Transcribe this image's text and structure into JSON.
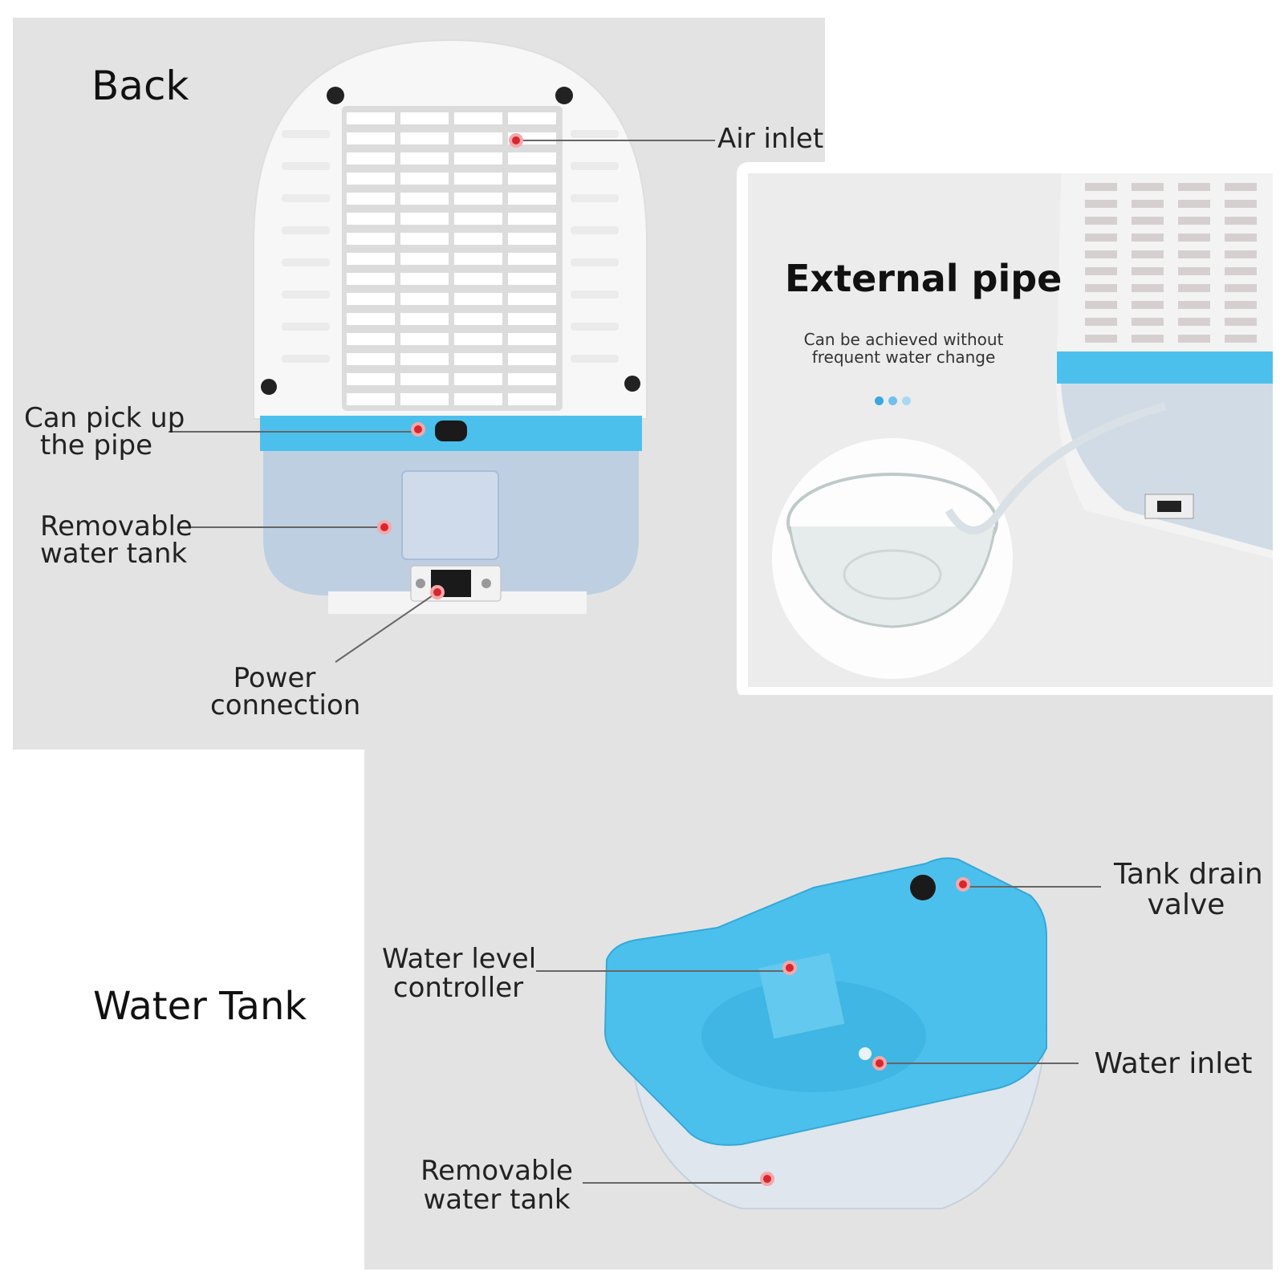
{
  "back_panel": {
    "title": "Back",
    "labels": {
      "air_inlet": "Air inlet",
      "pipe_line1": "Can pick up",
      "pipe_line2": "the pipe",
      "tank_line1": "Removable",
      "tank_line2": "water tank",
      "power_line1": "Power",
      "power_line2": "connection"
    }
  },
  "pipe_panel": {
    "title": "External pipe",
    "subtitle_line1": "Can be achieved without",
    "subtitle_line2": "frequent water change"
  },
  "tank_panel": {
    "title": "Water Tank",
    "labels": {
      "drain_line1": "Tank drain",
      "drain_line2": "valve",
      "level_line1": "Water level",
      "level_line2": "controller",
      "inlet": "Water inlet",
      "tank_line1": "Removable",
      "tank_line2": "water tank"
    }
  },
  "colors": {
    "accent_blue": "#4cc0ec",
    "marker_red": "#d8262e",
    "panel_gray": "#e4e3e4"
  }
}
